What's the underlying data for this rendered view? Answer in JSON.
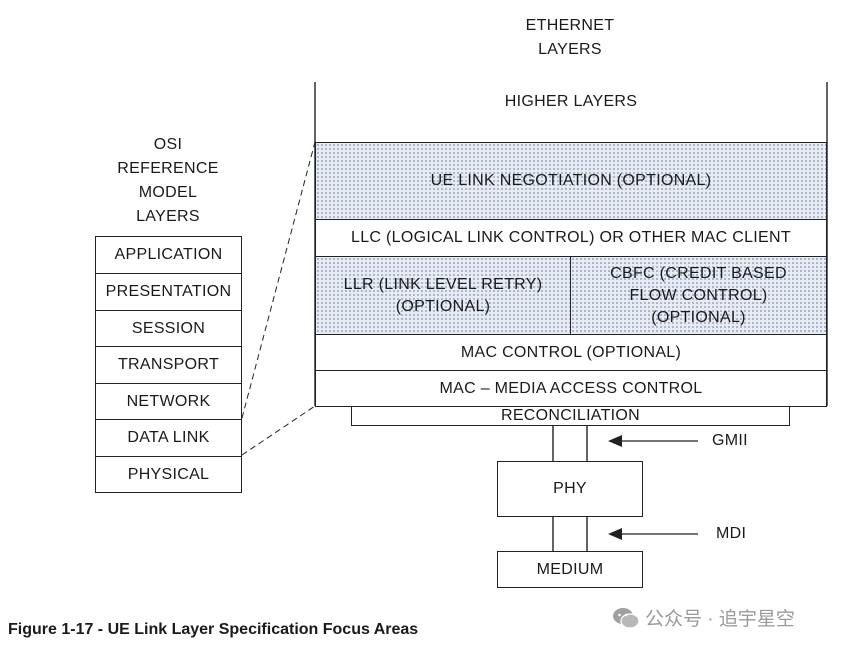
{
  "ethernet_title": [
    "ETHERNET",
    "LAYERS"
  ],
  "osi_title": [
    "OSI",
    "REFERENCE",
    "MODEL",
    "LAYERS"
  ],
  "osi_layers": [
    "APPLICATION",
    "PRESENTATION",
    "SESSION",
    "TRANSPORT",
    "NETWORK",
    "DATA LINK",
    "PHYSICAL"
  ],
  "ethernet": {
    "higher_layers": "HIGHER LAYERS",
    "ue_link_negotiation": "UE LINK NEGOTIATION (OPTIONAL)",
    "llc": "LLC (LOGICAL LINK CONTROL) OR OTHER MAC CLIENT",
    "llr": [
      "LLR (LINK LEVEL RETRY)",
      "(OPTIONAL)"
    ],
    "cbfc": [
      "CBFC (CREDIT BASED",
      "FLOW CONTROL)",
      "(OPTIONAL)"
    ],
    "mac_control": "MAC CONTROL (OPTIONAL)",
    "mac": "MAC – MEDIA ACCESS CONTROL",
    "reconciliation": "RECONCILIATION",
    "phy": "PHY",
    "medium": "MEDIUM"
  },
  "interfaces": {
    "gmii": "GMII",
    "mdi": "MDI"
  },
  "caption": "Figure 1-17 - UE Link Layer Specification Focus Areas",
  "watermark": "公众号 · 追宇星空",
  "colors": {
    "highlight_fill": "#e6ebf4",
    "line": "#222222",
    "watermark": "#9a9a9a"
  }
}
